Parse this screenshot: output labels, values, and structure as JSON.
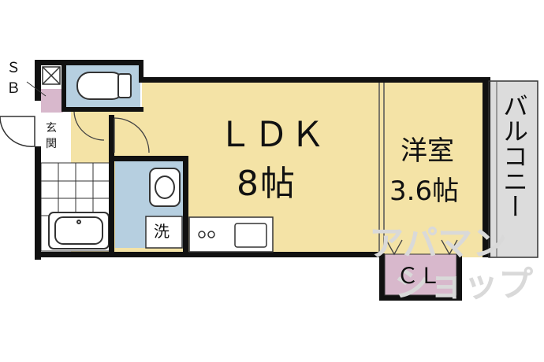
{
  "rooms": {
    "ldk": {
      "name": "ＬＤＫ",
      "size": "8帖"
    },
    "western": {
      "name": "洋室",
      "size": "3.6帖"
    },
    "balcony": "バルコニー",
    "closet": "ＣＬ",
    "shoe_box": {
      "line1": "Ｓ",
      "line2": "Ｂ"
    },
    "entrance": {
      "line1": "玄",
      "line2": "関"
    },
    "washer": "洗"
  },
  "watermark": {
    "line1": "アパマン",
    "line2": "ショップ"
  },
  "colors": {
    "living": "#f4e3a6",
    "wet": "#b6cfe0",
    "storage": "#d8b8cc",
    "balcony": "#dcdcdc",
    "wall": "#111111"
  }
}
